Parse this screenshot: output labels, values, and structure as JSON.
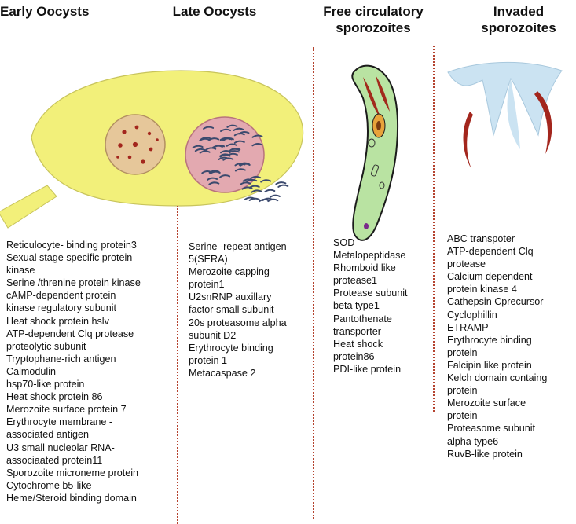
{
  "headings": [
    {
      "lines": [
        "Early Oocysts"
      ]
    },
    {
      "lines": [
        "Late Oocysts"
      ]
    },
    {
      "lines": [
        "Free circulatory",
        "sporozoites"
      ]
    },
    {
      "lines": [
        "Invaded",
        "sporozoites"
      ]
    }
  ],
  "lists": {
    "early_oocysts": [
      "Reticulocyte- binding protein3",
      "Sexual stage specific protein",
      "kinase",
      "Serine /threnine protein kinase",
      "cAMP-dependent protein",
      "kinase regulatory subunit",
      "Heat shock protein hslv",
      "ATP-dependent Clq protease",
      "proteolytic subunit",
      "Tryptophane-rich antigen",
      "Calmodulin",
      "hsp70-like protein",
      "Heat shock protein 86",
      "Merozoite surface protein 7",
      "Erythrocyte membrane -",
      "associated antigen",
      "U3 small nucleolar RNA-",
      "associaated protein11",
      "Sporozoite microneme protein",
      "Cytochrome b5-like",
      "Heme/Steroid binding domain"
    ],
    "late_oocysts": [
      "Serine -repeat antigen",
      "5(SERA)",
      "Merozoite capping",
      "protein1",
      "U2snRNP auxillary",
      "factor small subunit",
      "20s proteasome alpha",
      "subunit D2",
      "Erythrocyte binding",
      "protein 1",
      "Metacaspase 2"
    ],
    "free_sporozoites": [
      "SOD",
      "Metalopeptidase",
      "Rhomboid like",
      "protease1",
      "Protease subunit",
      "beta type1",
      "Pantothenate",
      "transporter",
      "Heat shock",
      "protein86",
      "PDI-like protein"
    ],
    "invaded_sporozoites": [
      "ABC transpoter",
      "ATP-dependent Clq",
      "protease",
      "Calcium dependent",
      "protein kinase 4",
      "Cathepsin Cprecursor",
      "Cyclophillin",
      "ETRAMP",
      "Erythrocyte binding",
      "protein",
      "Falcipin like protein",
      "Kelch domain containg",
      "protein",
      "Merozoite surface",
      "protein",
      "Proteasome subunit",
      "alpha type6",
      "RuvB-like protein"
    ]
  },
  "colors": {
    "divider": "#b5432f",
    "oocyst_body": "#f2f07a",
    "early_oocyst_nucleus": "#e6c79a",
    "early_oocyst_dots": "#a3261d",
    "late_oocyst_nucleus": "#e3a9b0",
    "late_oocyst_strands": "#3c4a6e",
    "sporozoite_body": "#b9e3a2",
    "sporozoite_nucleus": "#e8a33a",
    "sporozoite_apical": "#a22a1c",
    "cell_fan": "#cbe3f2",
    "invaded_sporozoite": "#a3261d"
  }
}
